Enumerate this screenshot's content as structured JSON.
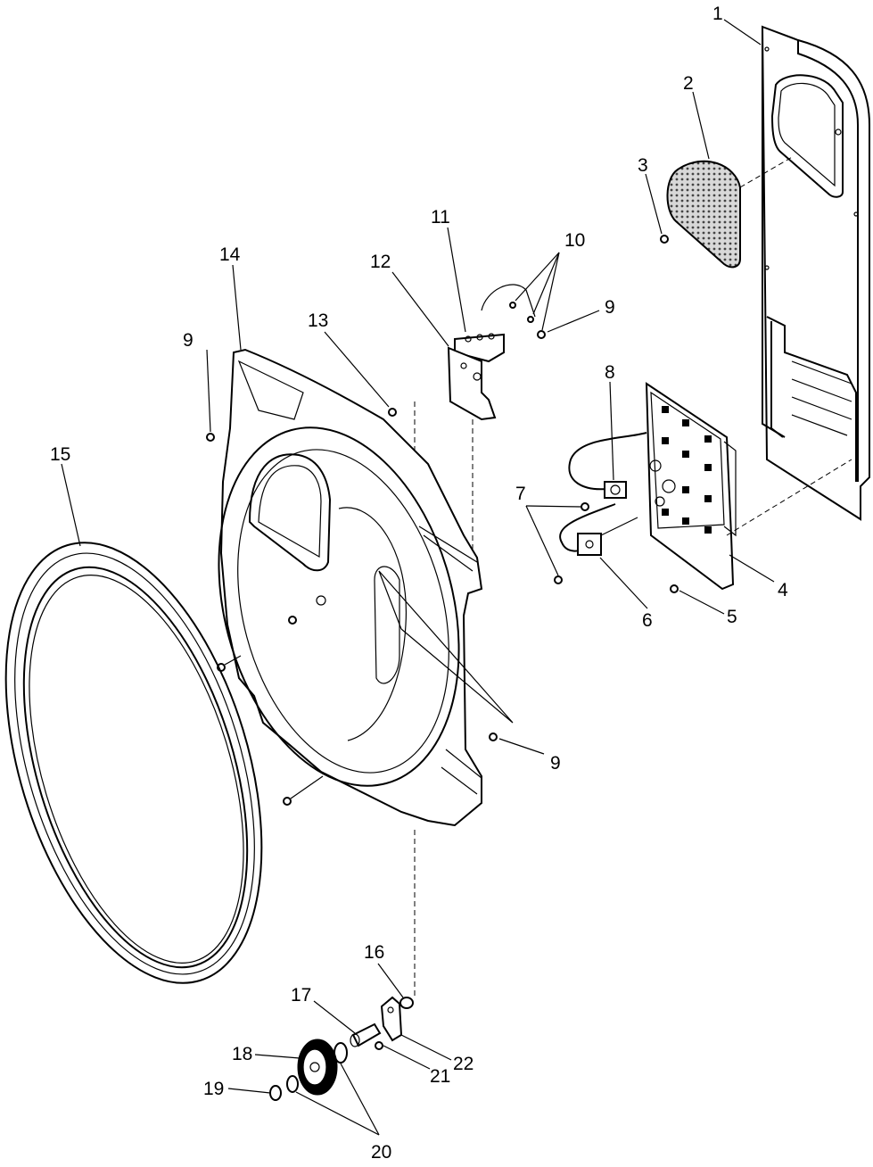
{
  "callouts": [
    {
      "id": "c1",
      "text": "1"
    },
    {
      "id": "c2",
      "text": "2"
    },
    {
      "id": "c3",
      "text": "3"
    },
    {
      "id": "c4",
      "text": "4"
    },
    {
      "id": "c5",
      "text": "5"
    },
    {
      "id": "c6",
      "text": "6"
    },
    {
      "id": "c7",
      "text": "7"
    },
    {
      "id": "c8",
      "text": "8"
    },
    {
      "id": "c9a",
      "text": "9"
    },
    {
      "id": "c9b",
      "text": "9"
    },
    {
      "id": "c9c",
      "text": "9"
    },
    {
      "id": "c10",
      "text": "10"
    },
    {
      "id": "c11",
      "text": "11"
    },
    {
      "id": "c12",
      "text": "12"
    },
    {
      "id": "c13",
      "text": "13"
    },
    {
      "id": "c14",
      "text": "14"
    },
    {
      "id": "c15",
      "text": "15"
    },
    {
      "id": "c16",
      "text": "16"
    },
    {
      "id": "c17",
      "text": "17"
    },
    {
      "id": "c18",
      "text": "18"
    },
    {
      "id": "c19",
      "text": "19"
    },
    {
      "id": "c20",
      "text": "20"
    },
    {
      "id": "c21",
      "text": "21"
    },
    {
      "id": "c22",
      "text": "22"
    }
  ]
}
